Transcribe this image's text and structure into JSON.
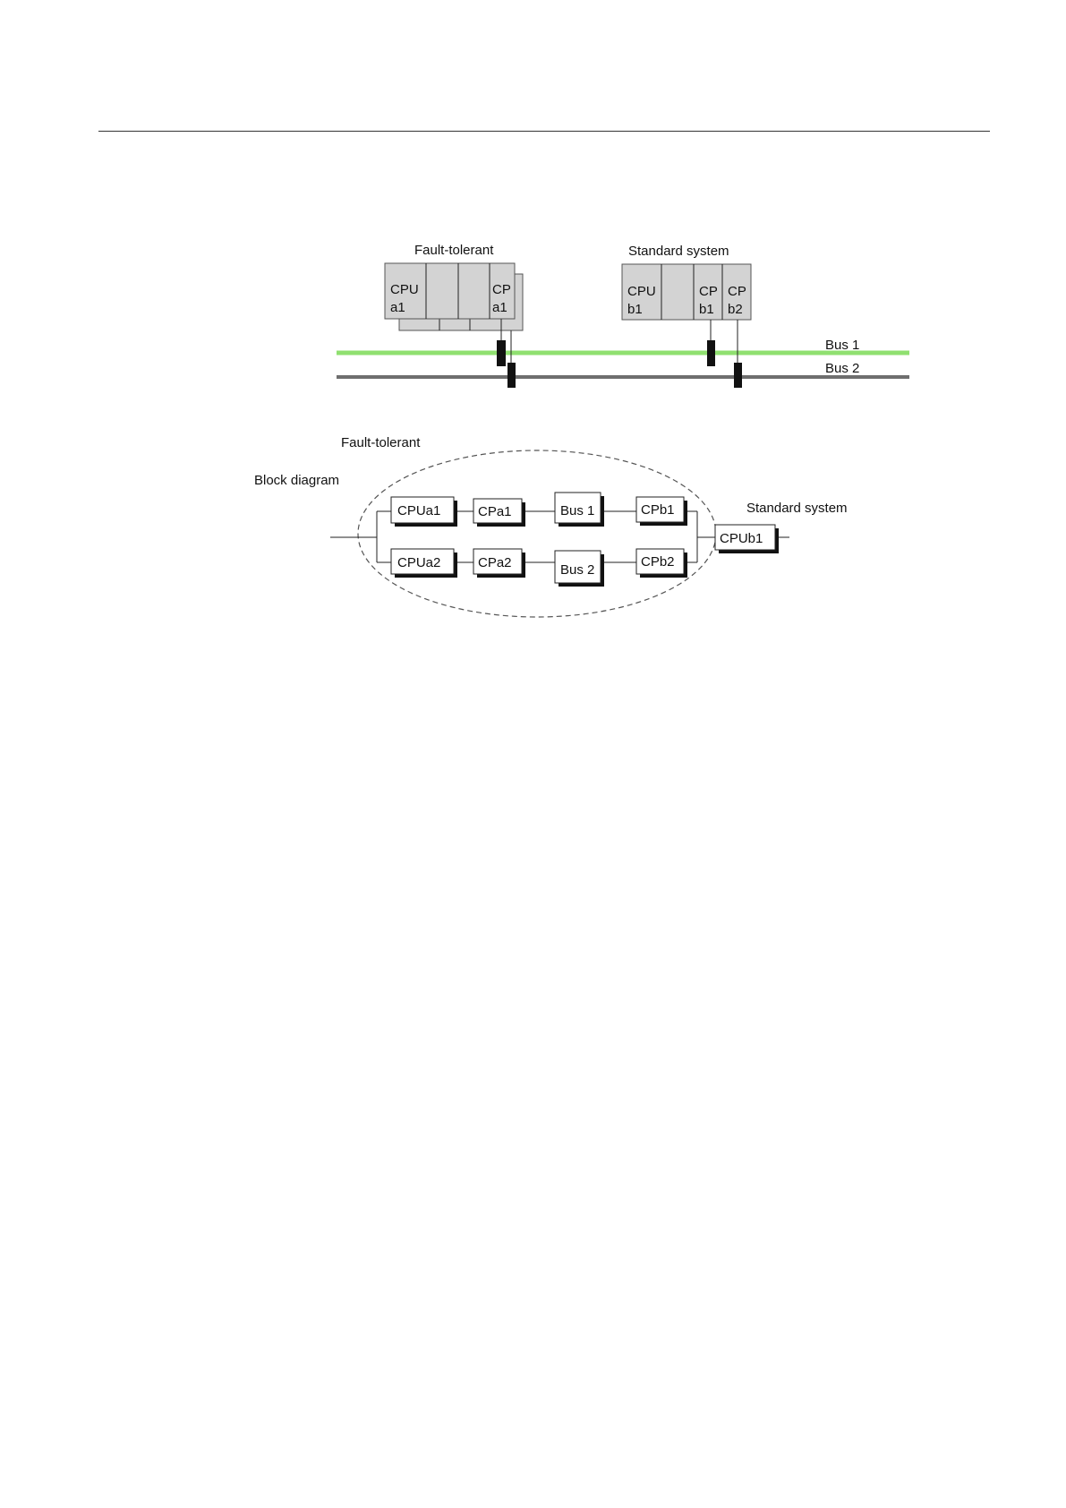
{
  "physical": {
    "fault_tolerant_label": "Fault-tolerant",
    "standard_system_label": "Standard system",
    "modules": {
      "cpu_a1": [
        "CPU",
        "a1"
      ],
      "cp_a1": [
        "CP",
        "a1"
      ],
      "cpu_b1": [
        "CPU",
        "b1"
      ],
      "cp_b1": [
        "CP",
        "b1"
      ],
      "cp_b2": [
        "CP",
        "b2"
      ]
    },
    "buses": [
      {
        "label": "Bus 1",
        "color": "#90e070"
      },
      {
        "label": "Bus 2",
        "color": "#6e6e6e"
      }
    ]
  },
  "block_diagram": {
    "title": "Block diagram",
    "fault_tolerant_label": "Fault-tolerant",
    "standard_system_label": "Standard system",
    "row1": [
      "CPUa1",
      "CPa1",
      "Bus 1",
      "CPb1"
    ],
    "row2": [
      "CPUa2",
      "CPa2",
      "Bus 2",
      "CPb2"
    ],
    "output_block": "CPUb1"
  }
}
